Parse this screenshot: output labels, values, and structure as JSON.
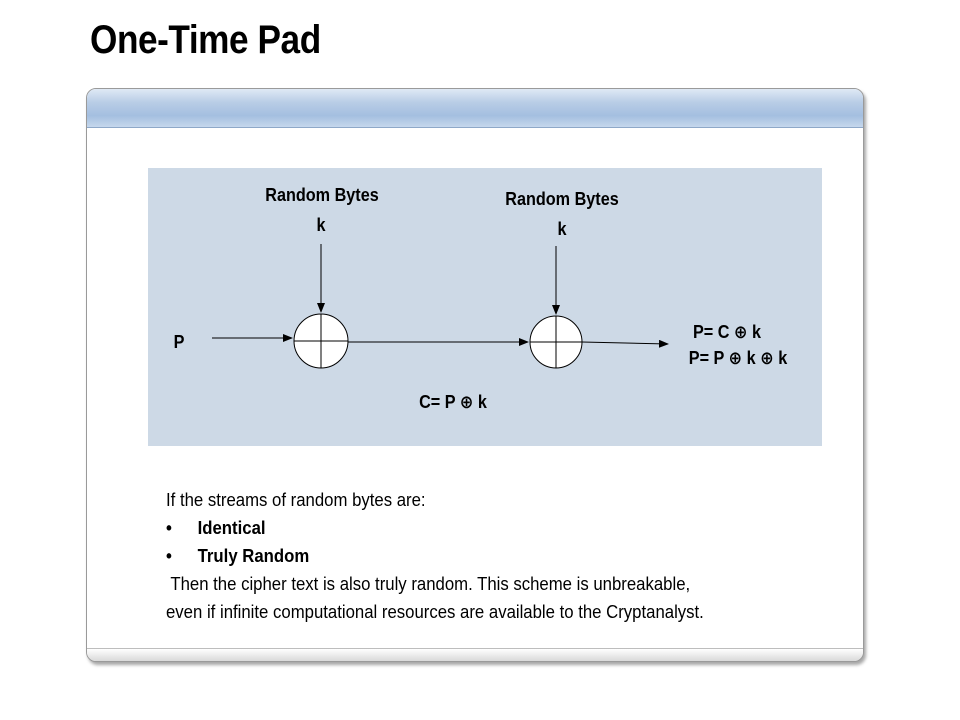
{
  "slide": {
    "title": "One-Time Pad"
  },
  "diagram": {
    "label_key1": "Random Bytes",
    "label_k1": "k",
    "label_key2": "Random Bytes",
    "label_k2": "k",
    "label_input": "P",
    "label_cipher": "C= P ⊕ k",
    "label_out1": "P= C ⊕ k",
    "label_out2": "P= P ⊕ k ⊕ k"
  },
  "text": {
    "intro": "If the streams of random bytes are:",
    "bullets": [
      "Identical",
      "Truly Random"
    ],
    "bullet_symbol": "•",
    "conclusion_1": " Then the cipher text is also truly random. This scheme is unbreakable,",
    "conclusion_2": "even if infinite computational resources are available to the Cryptanalyst."
  },
  "colors": {
    "diagram_bg": "#cdd9e6",
    "header": "#a4bfe0"
  }
}
